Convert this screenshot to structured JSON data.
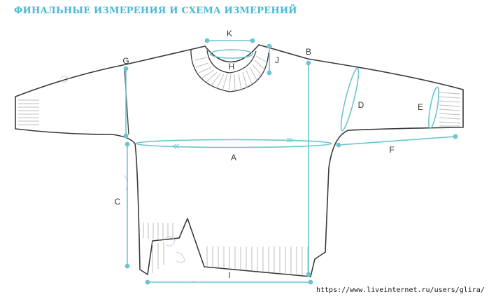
{
  "title": "ФИНАЛЬНЫЕ ИЗМЕРЕНИЯ И СХЕМА ИЗМЕРЕНИЙ",
  "labels": {
    "A": "A",
    "B": "B",
    "C": "C",
    "D": "D",
    "E": "E",
    "F": "F",
    "G": "G",
    "H": "H",
    "I": "I",
    "J": "J",
    "K": "K"
  },
  "source_url": "https://www.liveinternet.ru/users/glira/",
  "colors": {
    "accent": "#49b9d4",
    "measure": "#6cc4ce",
    "outline": "#3a3a3a",
    "rib": "#bdbdbd"
  }
}
